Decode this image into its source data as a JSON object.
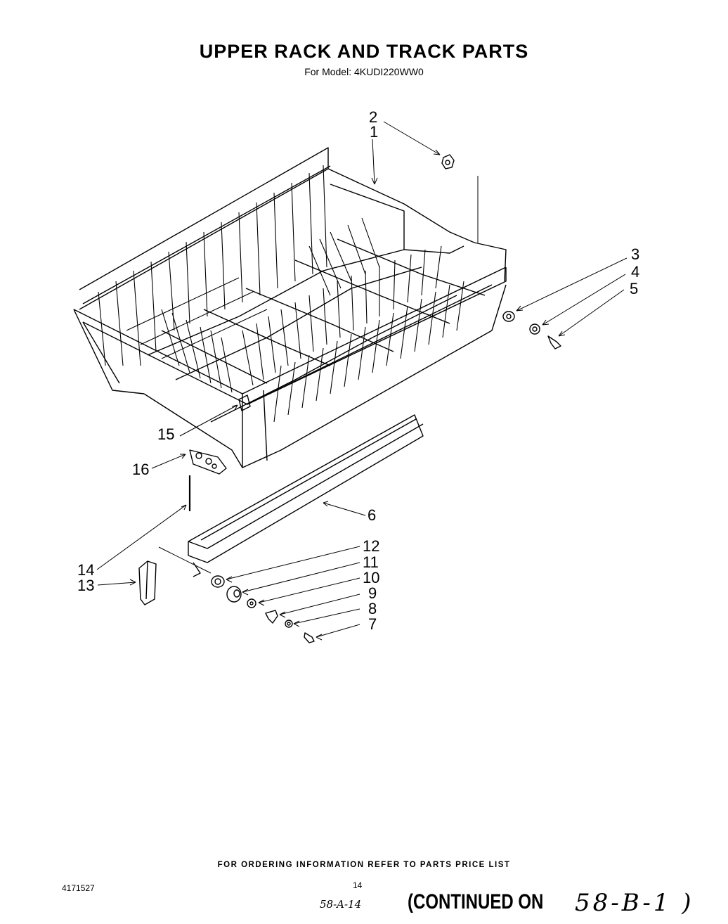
{
  "header": {
    "title": "UPPER RACK AND TRACK PARTS",
    "subtitle": "For Model: 4KUDI220WW0"
  },
  "callouts": {
    "c1": "1",
    "c2": "2",
    "c3": "3",
    "c4": "4",
    "c5": "5",
    "c6": "6",
    "c7": "7",
    "c8": "8",
    "c9": "9",
    "c10": "10",
    "c11": "11",
    "c12": "12",
    "c13": "13",
    "c14": "14",
    "c15": "15",
    "c16": "16"
  },
  "footer": {
    "ordering_note": "FOR ORDERING INFORMATION REFER TO PARTS PRICE LIST",
    "doc_number": "4171527",
    "page_number": "14",
    "handwritten_ref": "58-A-14",
    "continued_label": "(CONTINUED ON",
    "handwritten_continued": "58-B-1 )"
  }
}
